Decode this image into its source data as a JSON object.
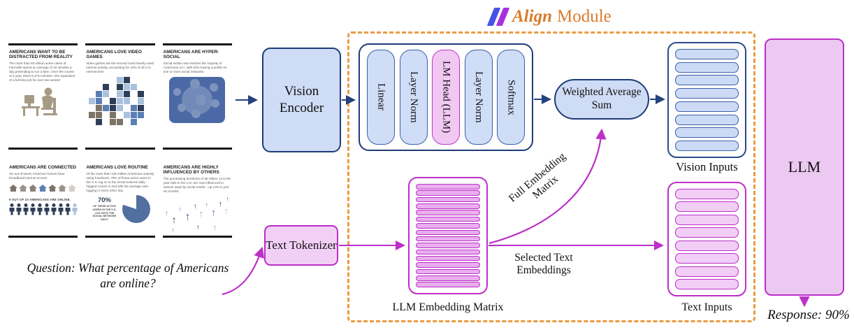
{
  "palette": {
    "blue_fill": "#cedcf5",
    "blue_border": "#1e3c78",
    "blue_arrow": "#24427e",
    "pink_fill": "#f2d0f6",
    "pink_bar": "#e9aeee",
    "magenta": "#bc2fc9",
    "orange_dash": "#eb9b43",
    "orange_title": "#d97c2b",
    "logo_blue": "#4851e6",
    "logo_purple": "#a930dd"
  },
  "align_module": {
    "title": {
      "brand": "Align",
      "suffix": "Module"
    },
    "stack": {
      "layers": [
        {
          "label": "Linear",
          "variant": "blue"
        },
        {
          "label": "Layer Norm",
          "variant": "blue"
        },
        {
          "label": "LM Head (LLM)",
          "variant": "pink"
        },
        {
          "label": "Layer Norm",
          "variant": "blue"
        },
        {
          "label": "Softmax",
          "variant": "blue"
        }
      ]
    },
    "weighted_average_sum": "Weighted Average Sum",
    "matrices": {
      "vision_inputs": {
        "label": "Vision Inputs",
        "rows": 8,
        "variant": "blue"
      },
      "llm_embedding_matrix": {
        "label": "LLM Embedding Matrix",
        "rows": 16,
        "variant": "pink"
      },
      "text_inputs": {
        "label": "Text Inputs",
        "rows": 8,
        "variant": "pink"
      }
    },
    "edge_labels": {
      "full_embedding_matrix": "Full Embedding Matrix",
      "selected_text_embeddings": "Selected Text Embeddings"
    }
  },
  "pipeline": {
    "vision_encoder": "Vision Encoder",
    "text_tokenizer": "Text Tokenizer",
    "llm": "LLM"
  },
  "question": "Question: What percentage of Americans are online?",
  "response": "Response: 90%",
  "infographic": {
    "panels": [
      {
        "heading": "AMERICANS WANT TO BE DISTRACTED FROM REALITY",
        "body": "The more than 60 million active users of Farmville spend an average of 15 minutes a day pretending to run a farm. Over the course of a year, that's 5,475 minutes—the equivalent of a full-time job for over two weeks!",
        "illustration": "person-at-computer"
      },
      {
        "heading": "AMERICANS LOVE VIDEO GAMES",
        "body": "Video games are the second most heavily-used internet activity, accounting for 10% of all U.S. internet time.",
        "illustration": "pixel-grid"
      },
      {
        "heading": "AMERICANS ARE HYPER-SOCIAL",
        "body": "Social media now reaches the majority of Americans 12+, with 52% having a profile on one or more social networks.",
        "illustration": "social-icons"
      },
      {
        "heading": "AMERICANS ARE CONNECTED",
        "body": "Six out of seven American homes have broadband internet access.",
        "caption": "9 OUT OF 10  AMERICANS ARE ONLINE.",
        "illustration": "houses-people"
      },
      {
        "heading": "AMERICANS LOVE ROUTINE",
        "body": "Of the more than 149 million Americans actively using Facebook, 70% of those active users in the U.S. log on to the social network daily. Tagged comes in 2nd with the average user logging in every other day.",
        "stat": "70%",
        "stat_caption": "OF THESE ACTIVE USERS IN THE U.S. LOG ONTO THE SOCIAL NETWORK DAILY",
        "illustration": "pie-chart"
      },
      {
        "heading": "AMERICANS ARE HIGHLY INFLUENCED BY OTHERS",
        "body": "The purchasing decisions of 38 million 13 to 80-year-olds in the U.S. are now influenced in various ways by social media – up 14% in just six months.",
        "illustration": "arrows"
      }
    ]
  }
}
